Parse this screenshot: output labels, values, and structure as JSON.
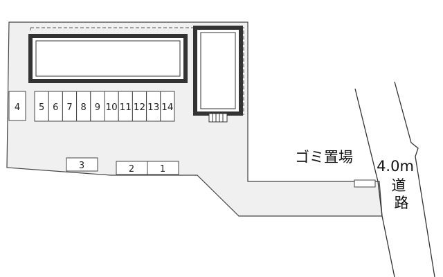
{
  "site_map": {
    "parking_left": "4",
    "parking_row": [
      "5",
      "6",
      "7",
      "8",
      "9",
      "10",
      "11",
      "12",
      "13",
      "14"
    ],
    "parking_bottom_left": "3",
    "parking_bottom_pair": [
      "2",
      "1"
    ],
    "garbage_label": "ゴミ置場",
    "road_width": "4.0m",
    "road_label_1": "道",
    "road_label_2": "路"
  },
  "colors": {
    "lot_fill": "#f0f0f0",
    "building_outline": "#333333",
    "line": "#444444"
  }
}
